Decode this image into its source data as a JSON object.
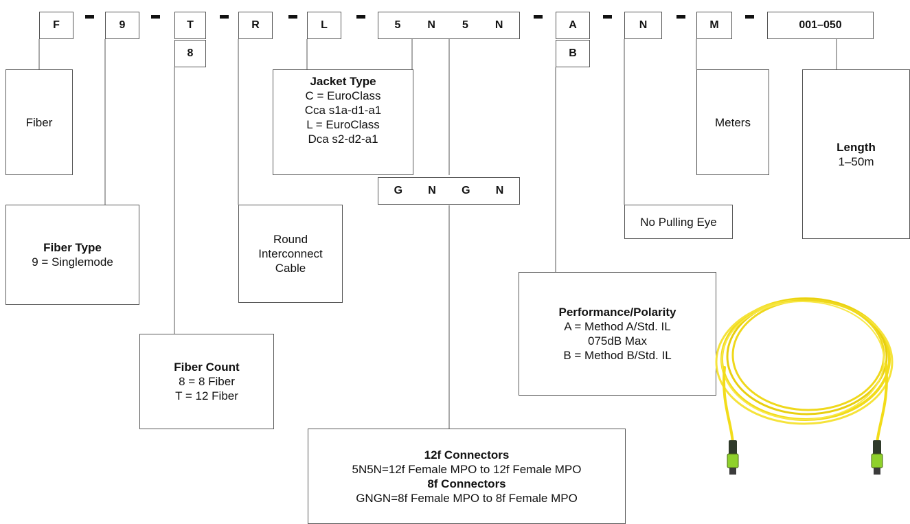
{
  "part_number": {
    "segments": [
      "F",
      "9",
      "T",
      "R",
      "L",
      "5N5N",
      "A",
      "N",
      "M",
      "001–050"
    ],
    "connector_chars": [
      "5",
      "N",
      "5",
      "N"
    ],
    "fiber_count_alt": "8",
    "connector_alt_chars": [
      "G",
      "N",
      "G",
      "N"
    ],
    "performance_alt": "B"
  },
  "descriptions": {
    "fiber": "Fiber",
    "fiber_type": {
      "title": "Fiber Type",
      "lines": [
        "9 = Singlemode"
      ]
    },
    "fiber_count": {
      "title": "Fiber Count",
      "lines": [
        "8 = 8 Fiber",
        "T = 12 Fiber"
      ]
    },
    "cable": {
      "lines": [
        "Round",
        "Interconnect",
        "Cable"
      ]
    },
    "jacket": {
      "title": "Jacket Type",
      "lines": [
        "C = EuroClass",
        "Cca s1a-d1-a1",
        "L = EuroClass",
        "Dca s2-d2-a1"
      ]
    },
    "connectors": {
      "title_12f": "12f Connectors",
      "line_12f": "5N5N=12f Female MPO to 12f Female MPO",
      "title_8f": "8f Connectors",
      "line_8f": "GNGN=8f Female MPO to 8f Female MPO"
    },
    "performance": {
      "title": "Performance/Polarity",
      "lines": [
        "A = Method A/Std. IL",
        "075dB Max",
        "B = Method B/Std. IL"
      ]
    },
    "pulling_eye": "No Pulling Eye",
    "unit": "Meters",
    "length": {
      "title": "Length",
      "lines": [
        "1–50m"
      ]
    }
  },
  "colors": {
    "cable": "#f2dc1a",
    "connector_boot": "#2f3a2a",
    "connector_latch": "#8fd12c",
    "line": "#555555"
  }
}
